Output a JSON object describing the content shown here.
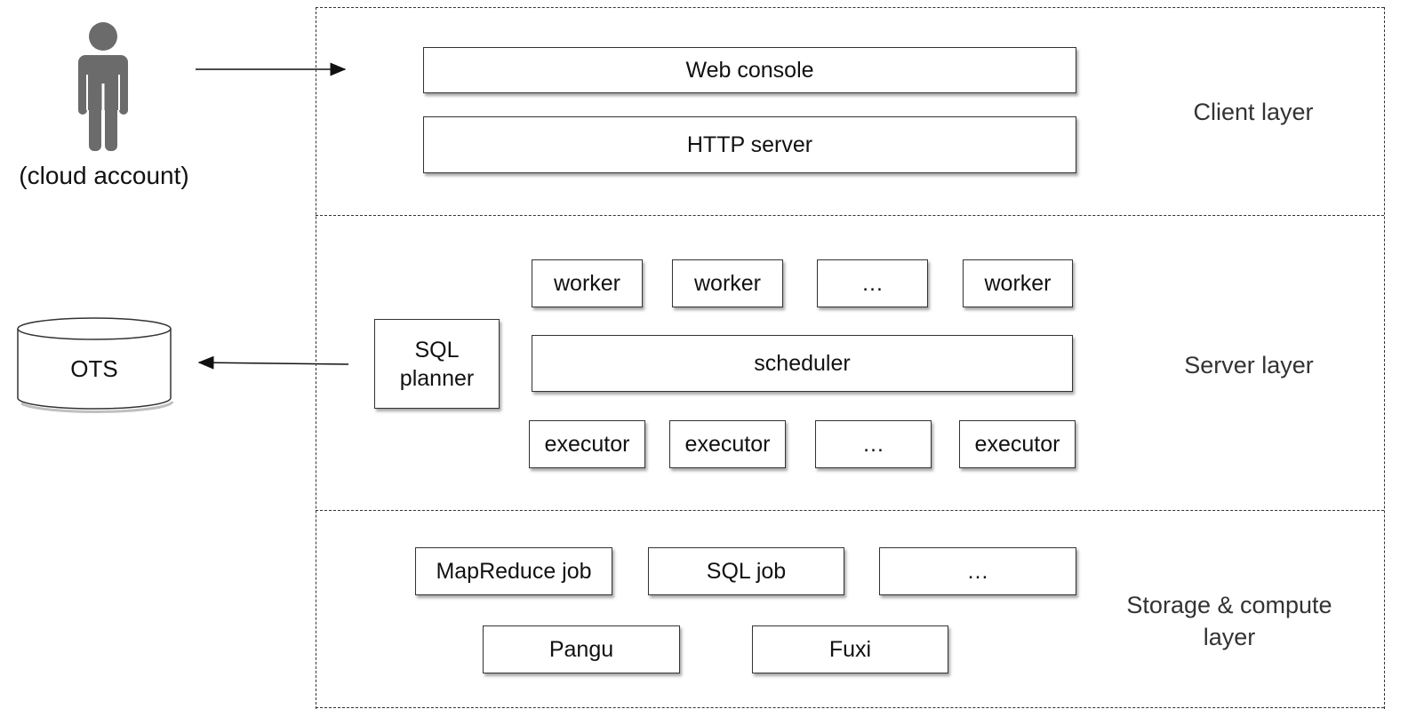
{
  "actor": {
    "label": "(cloud account)",
    "icon": "person-icon"
  },
  "datastore": {
    "label": "OTS",
    "icon": "database-icon"
  },
  "client_layer": {
    "label": "Client layer",
    "boxes": [
      "Web console",
      "HTTP server"
    ]
  },
  "server_layer": {
    "label": "Server layer",
    "planner": "SQL planner",
    "workers": [
      "worker",
      "worker",
      "…",
      "worker"
    ],
    "scheduler": "scheduler",
    "executors": [
      "executor",
      "executor",
      "…",
      "executor"
    ]
  },
  "storage_layer": {
    "label": "Storage & compute layer",
    "jobs": [
      "MapReduce job",
      "SQL job",
      "…"
    ],
    "systems": [
      "Pangu",
      "Fuxi"
    ]
  }
}
